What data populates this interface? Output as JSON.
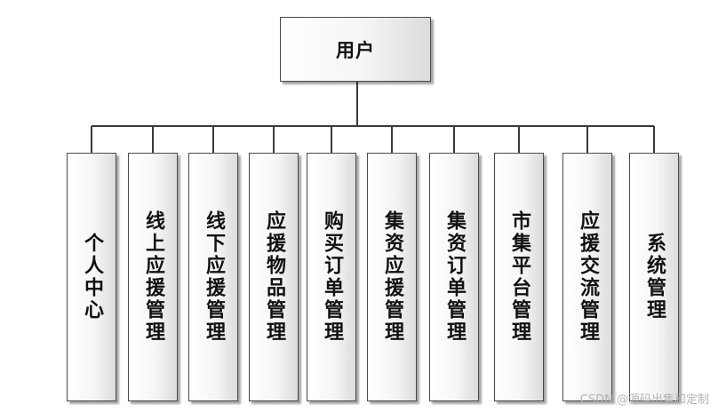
{
  "root": {
    "label": "用户"
  },
  "children": [
    {
      "label": "个人中心"
    },
    {
      "label": "线上应援管理"
    },
    {
      "label": "线下应援管理"
    },
    {
      "label": "应援物品管理"
    },
    {
      "label": "购买订单管理"
    },
    {
      "label": "集资应援管理"
    },
    {
      "label": "集资订单管理"
    },
    {
      "label": "市集平台管理"
    },
    {
      "label": "应援交流管理"
    },
    {
      "label": "系统管理"
    }
  ],
  "watermark": "CSDN @源码出售和定制"
}
